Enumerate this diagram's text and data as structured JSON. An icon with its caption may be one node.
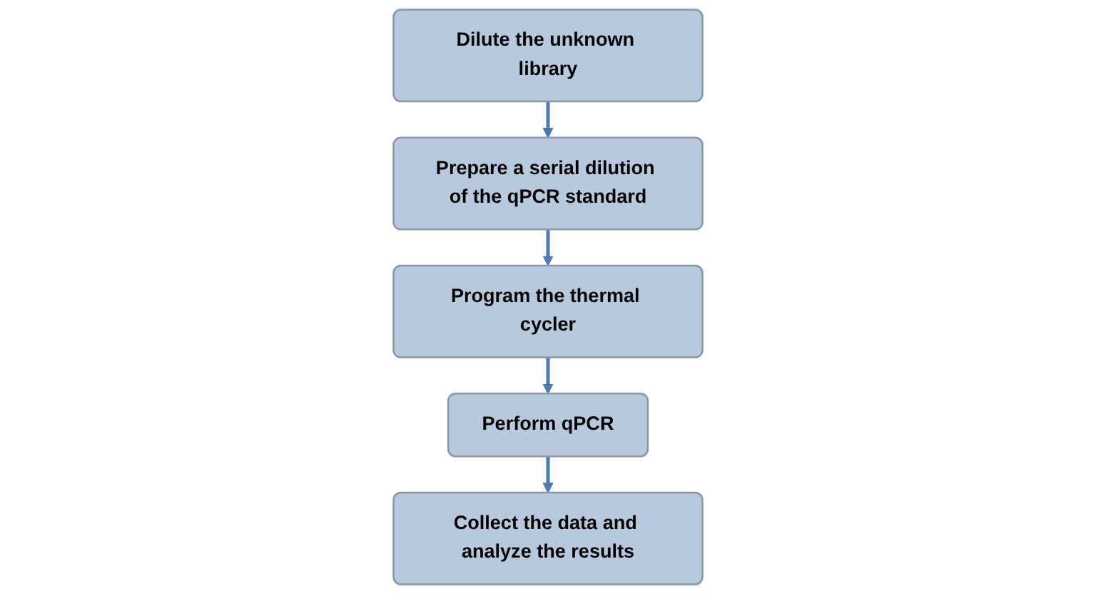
{
  "diagram": {
    "nodes": [
      {
        "text": [
          "Dilute the unknown library"
        ]
      },
      {
        "text": [
          "Prepare a serial dilution of the qPCR standard"
        ]
      },
      {
        "text": [
          "Program the thermal cycler"
        ]
      },
      {
        "text": [
          "Perform qPCR"
        ]
      },
      {
        "text": [
          "Collect the data and analyze the results"
        ]
      }
    ],
    "edges": [
      {
        "from": 0,
        "to": 1,
        "arrow": "to"
      },
      {
        "from": 1,
        "to": 2,
        "arrow": "to"
      },
      {
        "from": 2,
        "to": 3,
        "arrow": "to"
      },
      {
        "from": 3,
        "to": 4,
        "arrow": "to"
      }
    ]
  }
}
